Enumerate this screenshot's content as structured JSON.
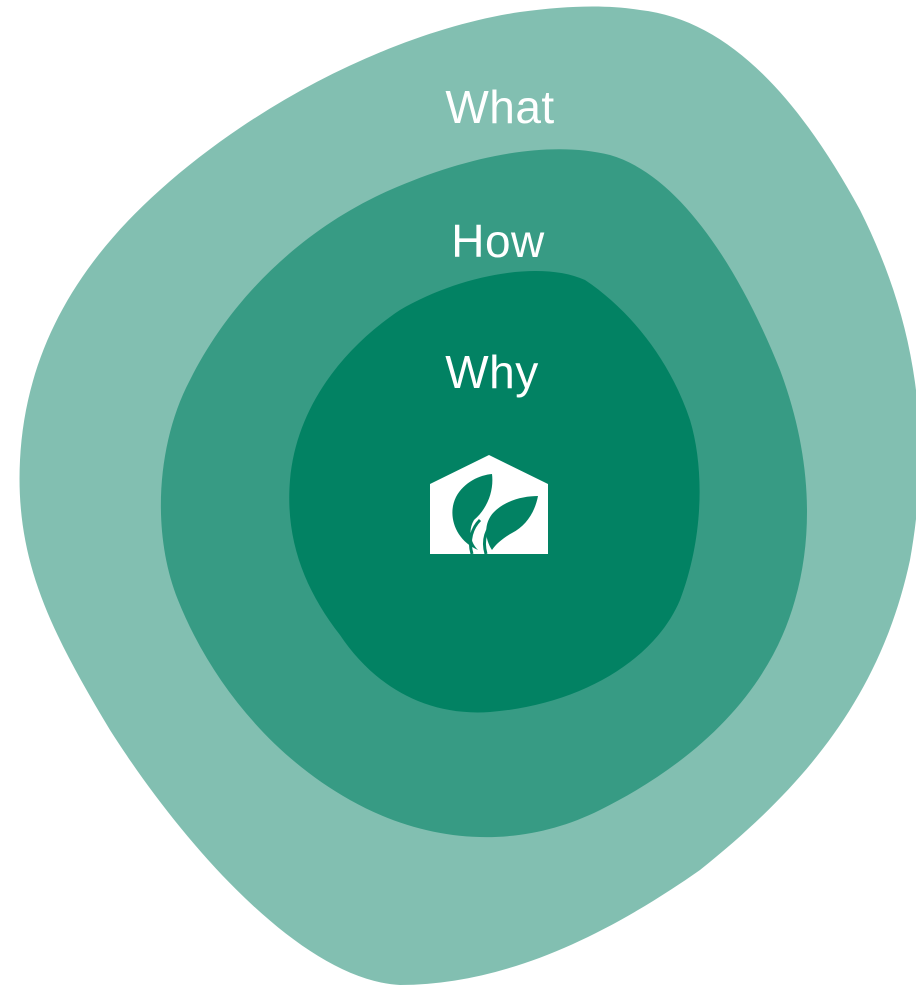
{
  "rings": {
    "outer": {
      "label": "What",
      "color": "#82bfb1"
    },
    "middle": {
      "label": "How",
      "color": "#379b84"
    },
    "inner": {
      "label": "Why",
      "color": "#028263"
    }
  },
  "logo": {
    "icon": "greenhouse-leaves-icon",
    "color": "#ffffff"
  }
}
